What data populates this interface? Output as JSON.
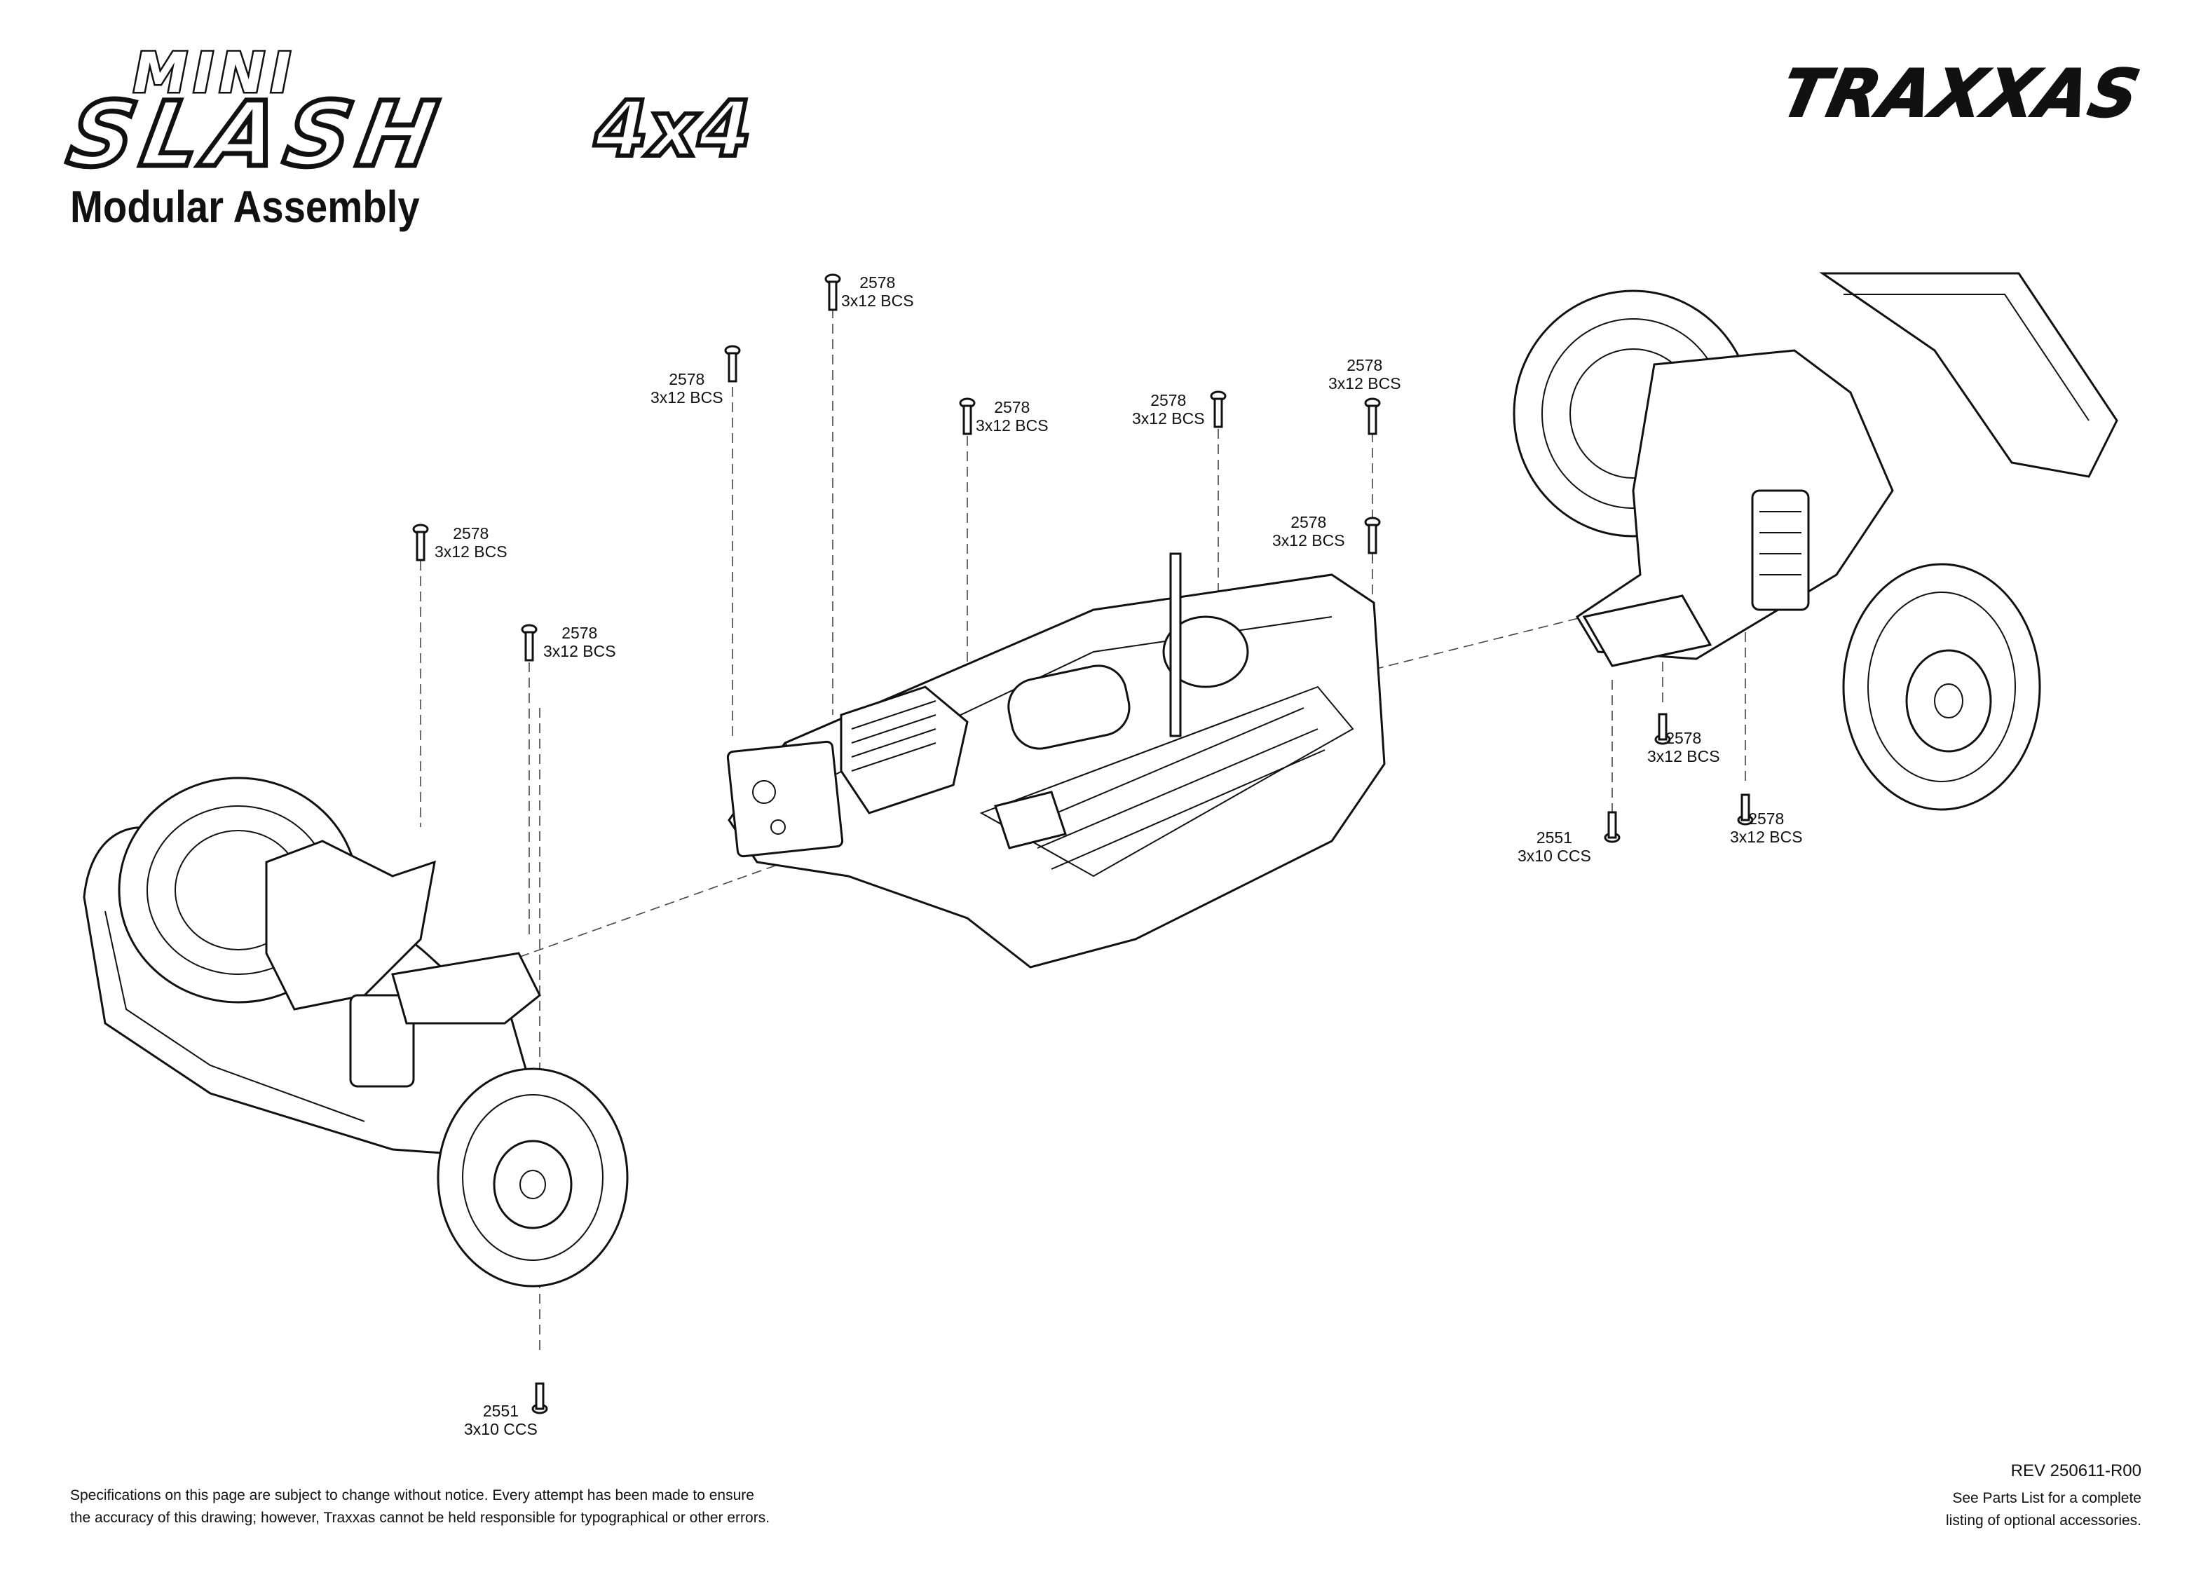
{
  "header": {
    "logo_mini": "MINI",
    "logo_slash": "SLASH",
    "logo_4x4": "4x4",
    "brand": "TRAXXAS",
    "title": "Modular Assembly"
  },
  "callouts": [
    {
      "part": "2578",
      "spec": "3x12 BCS"
    },
    {
      "part": "2578",
      "spec": "3x12 BCS"
    },
    {
      "part": "2578",
      "spec": "3x12 BCS"
    },
    {
      "part": "2578",
      "spec": "3x12 BCS"
    },
    {
      "part": "2578",
      "spec": "3x12 BCS"
    },
    {
      "part": "2578",
      "spec": "3x12 BCS"
    },
    {
      "part": "2578",
      "spec": "3x12 BCS"
    },
    {
      "part": "2578",
      "spec": "3x12 BCS"
    },
    {
      "part": "2551",
      "spec": "3x10 CCS"
    },
    {
      "part": "2578",
      "spec": "3x12 BCS"
    },
    {
      "part": "2578",
      "spec": "3x12 BCS"
    },
    {
      "part": "2551",
      "spec": "3x10 CCS"
    }
  ],
  "footer": {
    "rev": "REV 250611-R00",
    "disclaimer_line1": "Specifications on this page are subject to change without notice.  Every attempt has been made to ensure",
    "disclaimer_line2": "the accuracy of this drawing; however, Traxxas cannot be held responsible for typographical or other errors.",
    "note_line1": "See Parts List for a complete",
    "note_line2": "listing of optional accessories."
  }
}
